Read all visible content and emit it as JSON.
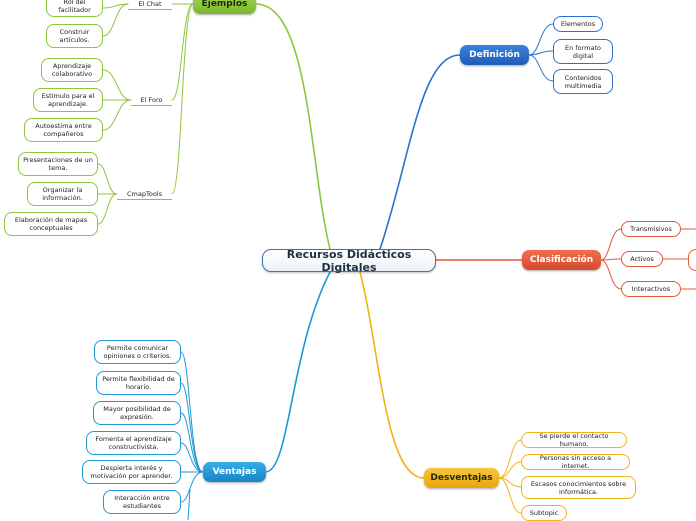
{
  "central": "Recursos Didácticos Digitales",
  "colors": {
    "definicion": "#2f6fcf",
    "clasificacion": "#e0583a",
    "desventajas": "#f2b21a",
    "ventajas": "#1e97d6",
    "ejemplos": "#8cc63e"
  },
  "definicion": {
    "label": "Definición",
    "items": [
      "Elementos",
      "En formato digital",
      "Contenidos multimedia"
    ]
  },
  "clasificacion": {
    "label": "Clasificación",
    "items": [
      "Transmisivos",
      "Activos",
      "Interactivos"
    ]
  },
  "desventajas": {
    "label": "Desventajas",
    "items": [
      "Se pierde el contacto humano.",
      "Personas sin acceso a internet.",
      "Escasos conocimientos sobre informática.",
      "Subtopic"
    ]
  },
  "ventajas": {
    "label": "Ventajas",
    "items": [
      "Permite comunicar opiniones o criterios.",
      "Permite flexibilidad de horario.",
      "Mayor posibilidad de expresión.",
      "Fomenta el aprendizaje constructivista.",
      "Despierta interés y motivación por aprender.",
      "Interacción entre estudiantes"
    ]
  },
  "ejemplos": {
    "label": "Ejemplos",
    "chat": {
      "label": "El Chat",
      "items": [
        "Rol del facilitador",
        "Construir artículos."
      ]
    },
    "foro": {
      "label": "El Foro",
      "items": [
        "Aprendizaje colaborativo",
        "Estímulo para el aprendizaje.",
        "Autoestima entre compañeros"
      ]
    },
    "cmap": {
      "label": "CmapTools",
      "items": [
        "Presentaciones de un tema.",
        "Organizar la información.",
        "Elaboración de mapas conceptuales"
      ]
    }
  }
}
